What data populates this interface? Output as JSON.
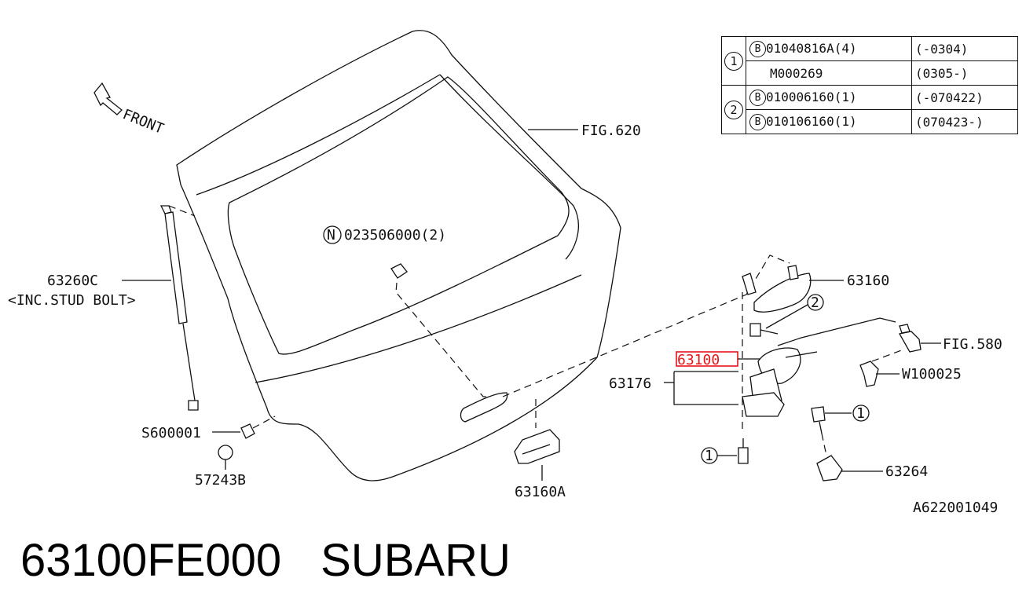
{
  "callouts": {
    "front": "FRONT",
    "fig620": "FIG.620",
    "n_part": "023506000(2)",
    "n_marker": "N",
    "gas_strut": "63260C",
    "gas_strut_note": "<INC.STUD BOLT>",
    "s600001": "S600001",
    "p57243b": "57243B",
    "p63160a": "63160A",
    "p63176": "63176",
    "p63100": "63100",
    "p63160": "63160",
    "fig580": "FIG.580",
    "w100025": "W100025",
    "p63264": "63264",
    "marker1": "1",
    "marker2": "2",
    "diagram_code": "A622001049"
  },
  "parts_table": {
    "rows": [
      {
        "key": "1",
        "marker": "B",
        "part": "01040816A(4)",
        "range": "(-0304)"
      },
      {
        "key": "",
        "marker": "",
        "part": "M000269",
        "range": "(0305-)"
      },
      {
        "key": "2",
        "marker": "B",
        "part": "010006160(1)",
        "range": "(-070422)"
      },
      {
        "key": "",
        "marker": "B",
        "part": "010106160(1)",
        "range": "(070423-)"
      }
    ]
  },
  "footer": {
    "part_number": "63100FE000",
    "brand": "SUBARU"
  },
  "colors": {
    "highlight": "#e8141c",
    "ink": "#111111"
  }
}
